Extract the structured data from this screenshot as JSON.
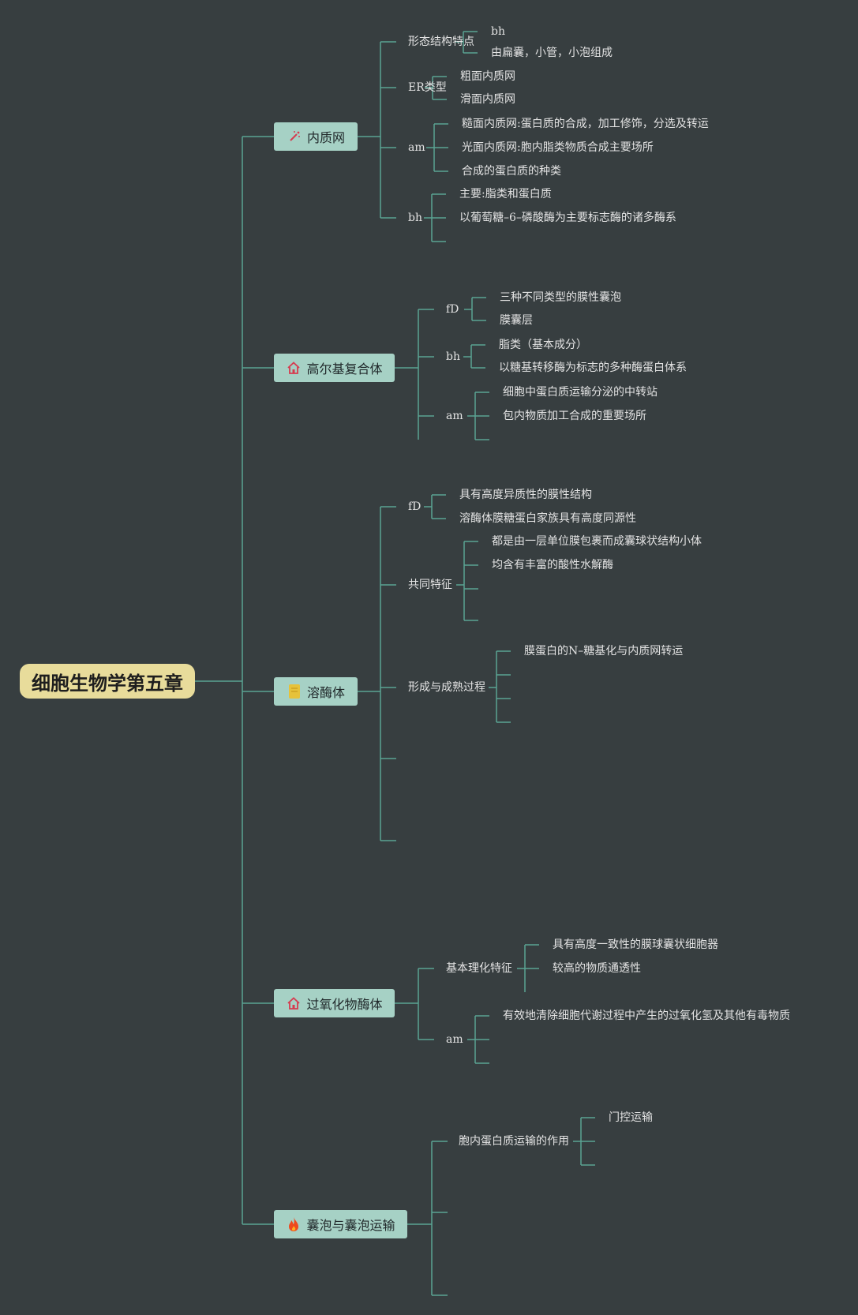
{
  "root": {
    "title": "细胞生物学第五章"
  },
  "branches": [
    {
      "label": "内质网",
      "icon": "magic-wand-icon",
      "children": [
        {
          "label": "形态结构特点",
          "children": [
            "bh",
            "由扁囊，小管，小泡组成"
          ]
        },
        {
          "label": "ER类型",
          "children": [
            "粗面内质网",
            "滑面内质网"
          ]
        },
        {
          "label": "am",
          "children": [
            "糙面内质网:蛋白质的合成，加工修饰，分选及转运",
            "光面内质网:胞内脂类物质合成主要场所",
            "合成的蛋白质的种类"
          ]
        },
        {
          "label": "bh",
          "children": [
            "主要:脂类和蛋白质",
            "以葡萄糖–6–磷酸酶为主要标志酶的诸多酶系",
            ""
          ]
        }
      ]
    },
    {
      "label": "高尔基复合体",
      "icon": "house-icon",
      "children": [
        {
          "label": "fD",
          "children": [
            "三种不同类型的膜性囊泡",
            "膜囊层"
          ]
        },
        {
          "label": "bh",
          "children": [
            "脂类（基本成分）",
            "以糖基转移酶为标志的多种酶蛋白体系"
          ]
        },
        {
          "label": "am",
          "children": [
            "细胞中蛋白质运输分泌的中转站",
            "包内物质加工合成的重要场所",
            ""
          ]
        }
      ]
    },
    {
      "label": "溶酶体",
      "icon": "note-icon",
      "children": [
        {
          "label": "fD",
          "children": [
            "具有高度异质性的膜性结构",
            "溶酶体膜糖蛋白家族具有高度同源性"
          ]
        },
        {
          "label": "共同特征",
          "children": [
            "都是由一层单位膜包裹而成囊球状结构小体",
            "均含有丰富的酸性水解酶",
            "",
            ""
          ]
        },
        {
          "label": "形成与成熟过程",
          "children": [
            "膜蛋白的N–糖基化与内质网转运",
            "",
            "",
            ""
          ]
        },
        {
          "label": "",
          "children": []
        },
        {
          "label": "",
          "children": []
        }
      ]
    },
    {
      "label": "过氧化物酶体",
      "icon": "house-icon",
      "children": [
        {
          "label": "基本理化特征",
          "children": [
            "具有高度一致性的膜球囊状细胞器",
            "较高的物质通透性"
          ]
        },
        {
          "label": "am",
          "children": [
            "有效地清除细胞代谢过程中产生的过氧化氢及其他有毒物质",
            "",
            ""
          ]
        }
      ]
    },
    {
      "label": "囊泡与囊泡运输",
      "icon": "fire-icon",
      "children": [
        {
          "label": "胞内蛋白质运输的作用",
          "children": [
            "门控运输",
            "",
            ""
          ]
        },
        {
          "label": "",
          "children": []
        },
        {
          "label": "",
          "children": []
        }
      ]
    }
  ],
  "colors": {
    "background": "#373e40",
    "connector": "#5aa393",
    "root_fill": "#e8dc9b",
    "branch_fill": "#a6d1c5",
    "text": "#e3e3e3"
  }
}
